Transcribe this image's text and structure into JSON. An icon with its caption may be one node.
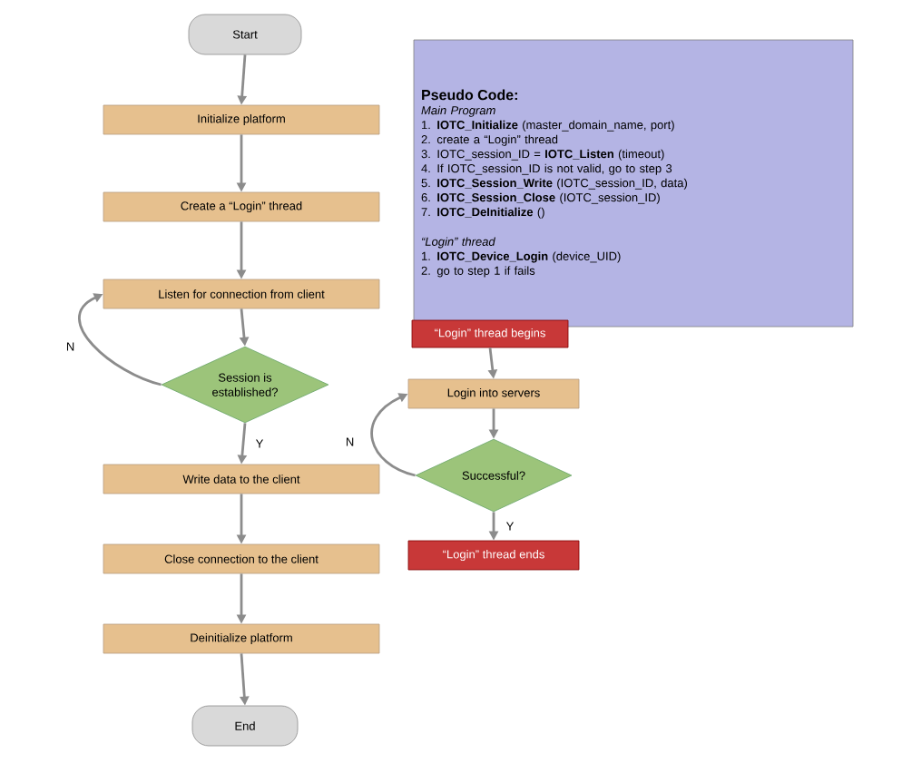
{
  "diagram": {
    "nodes": [
      {
        "text": [
          "Start"
        ]
      },
      {
        "text": [
          "Initialize platform"
        ]
      },
      {
        "text": [
          "Create a “Login” thread"
        ]
      },
      {
        "text": [
          "Listen for connection from client"
        ]
      },
      {
        "text": [
          "Session is established?"
        ]
      },
      {
        "text": [
          "Write data to the client"
        ]
      },
      {
        "text": [
          "Close connection to the client"
        ]
      },
      {
        "text": [
          "Deinitialize platform"
        ]
      },
      {
        "text": [
          "End"
        ]
      },
      {
        "text": [
          "Pseudo Code:",
          "Main Program",
          "1. **IOTC_Initialize** (master_domain_name, port)",
          "2. create a “Login” thread",
          "3. IOTC_session_ID = **IOTC_Listen** (timeout)",
          "4. If IOTC_session_ID is not valid, go to step 3",
          "5. **IOTC_Session_Write** (IOTC_session_ID, data)",
          "6. **IOTC_Session_Close** (IOTC_session_ID)",
          "7. **IOTC_DeInitialize** ()",
          "“Login” thread",
          "1. **IOTC_Device_Login** (device_UID)",
          "2. go to step 1 if fails"
        ]
      },
      {
        "text": [
          "“Login” thread begins"
        ]
      },
      {
        "text": [
          "Login into servers"
        ]
      },
      {
        "text": [
          "Successful?"
        ]
      },
      {
        "text": [
          "“Login” thread ends"
        ]
      }
    ],
    "edges": [
      {
        "from": 0,
        "to": 1,
        "arrow": "to"
      },
      {
        "from": 1,
        "to": 2,
        "arrow": "to"
      },
      {
        "from": 2,
        "to": 3,
        "arrow": "to"
      },
      {
        "from": 3,
        "to": 4,
        "arrow": "to"
      },
      {
        "from": 4,
        "to": 5,
        "arrow": "to",
        "label": "Y"
      },
      {
        "from": 4,
        "to": 3,
        "arrow": "to",
        "label": "N"
      },
      {
        "from": 5,
        "to": 6,
        "arrow": "to"
      },
      {
        "from": 6,
        "to": 7,
        "arrow": "to"
      },
      {
        "from": 7,
        "to": 8,
        "arrow": "to"
      },
      {
        "from": 10,
        "to": 11,
        "arrow": "to"
      },
      {
        "from": 11,
        "to": 12,
        "arrow": "to"
      },
      {
        "from": 12,
        "to": 11,
        "arrow": "to",
        "label": "N"
      },
      {
        "from": 12,
        "to": 13,
        "arrow": "to",
        "label": "Y"
      }
    ]
  }
}
